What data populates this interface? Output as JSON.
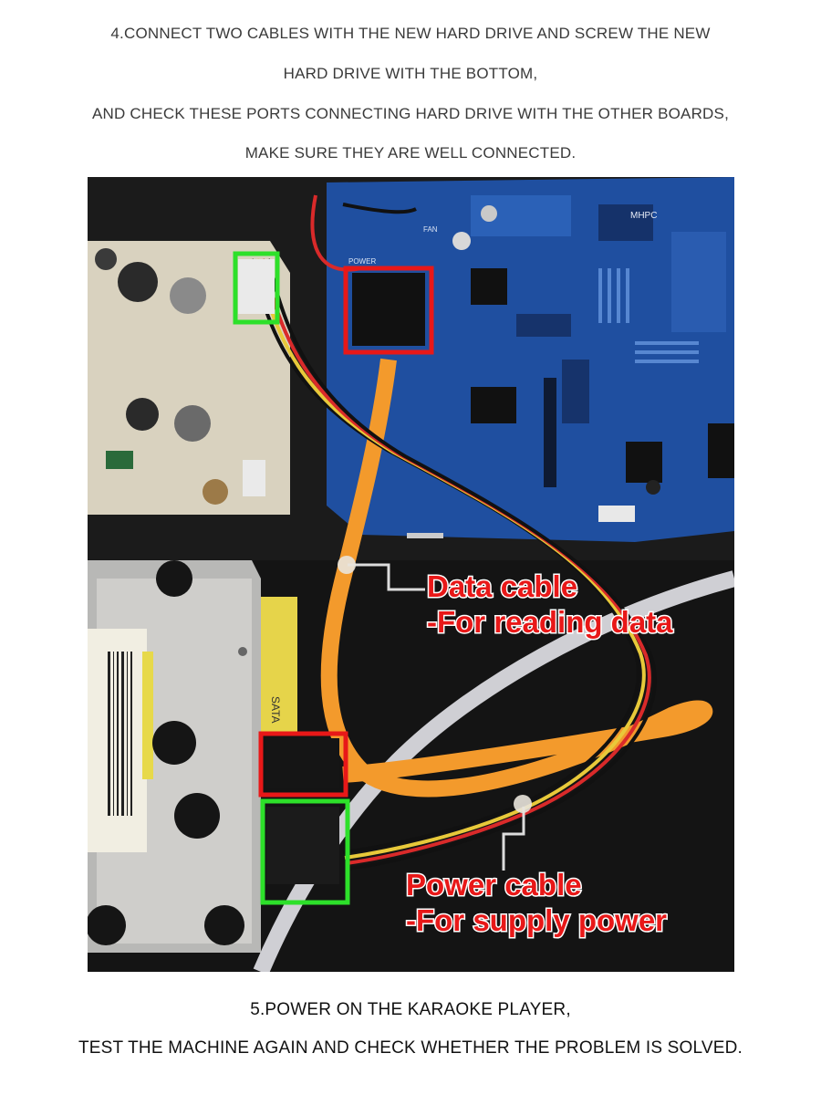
{
  "instructions": {
    "step4_lines": [
      "4.CONNECT TWO CABLES WITH THE NEW HARD DRIVE AND SCREW THE NEW",
      "HARD DRIVE WITH THE BOTTOM,",
      "AND CHECK THESE PORTS CONNECTING HARD DRIVE WITH THE OTHER BOARDS,",
      "MAKE SURE THEY ARE WELL CONNECTED."
    ],
    "step5_lines": [
      "5.POWER ON THE KARAOKE PLAYER,",
      "TEST THE MACHINE AGAIN AND CHECK WHETHER THE PROBLEM IS SOLVED."
    ]
  },
  "photo": {
    "callouts": {
      "data_title": "Data cable",
      "data_desc": "-For reading data",
      "power_title": "Power cable",
      "power_desc": "-For supply power"
    },
    "labels": {
      "sata": "SATA",
      "power": "POWER",
      "fan": "FAN",
      "brand": "MHPC"
    },
    "colors": {
      "highlight_red": "#e81818",
      "highlight_green": "#2de02a",
      "board_blue": "#1f4fa0",
      "cable_orange": "#f39a2c"
    }
  }
}
